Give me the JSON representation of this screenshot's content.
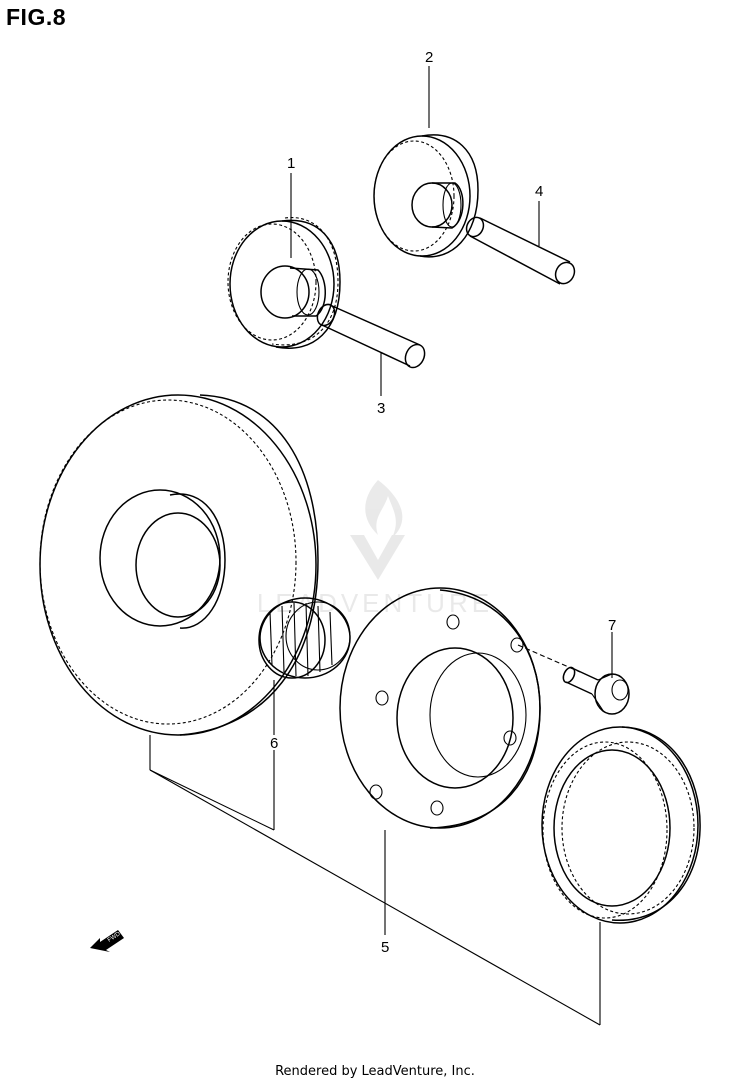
{
  "figure": {
    "title": "FIG.8"
  },
  "callouts": [
    "1",
    "2",
    "3",
    "4",
    "5",
    "6",
    "7"
  ],
  "fwd_label": "FWD",
  "watermark": "LEADVENTURE",
  "footer": "Rendered by LeadVenture, Inc."
}
